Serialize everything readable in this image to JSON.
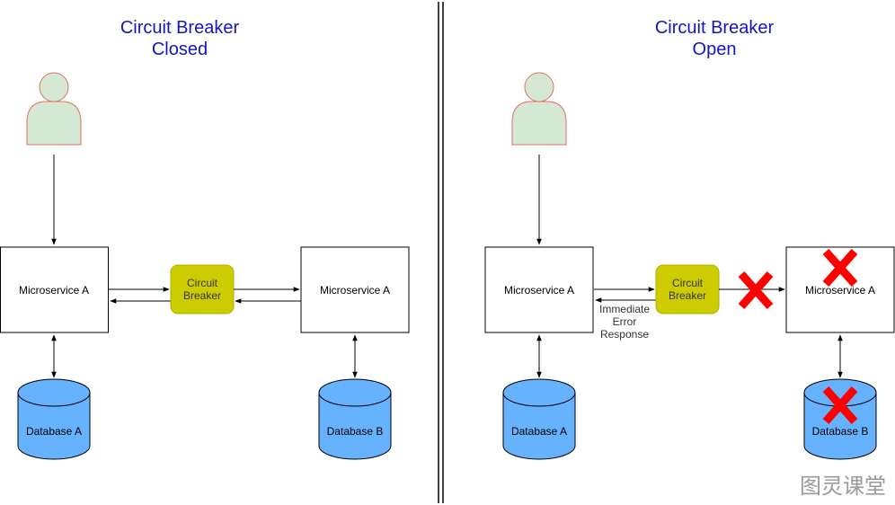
{
  "left_panel": {
    "title_line1": "Circuit Breaker",
    "title_line2": "Closed",
    "service_left": "Microservice A",
    "service_right": "Microservice A",
    "breaker_line1": "Circuit",
    "breaker_line2": "Breaker",
    "db_left": "Database A",
    "db_right": "Database B"
  },
  "right_panel": {
    "title_line1": "Circuit Breaker",
    "title_line2": "Open",
    "service_left": "Microservice A",
    "service_right": "Microservice A",
    "breaker_line1": "Circuit",
    "breaker_line2": "Breaker",
    "error_line1": "Immediate",
    "error_line2": "Error",
    "error_line3": "Response",
    "db_left": "Database A",
    "db_right": "Database B"
  },
  "watermark": "图灵课堂",
  "colors": {
    "title": "#1515c0",
    "breaker_fill": "#cccc00",
    "database_fill": "#66b2ff",
    "user_fill": "#d5e8d4",
    "user_stroke": "#e07060",
    "failure_mark": "#ff0000"
  },
  "icons": {
    "user": "person-icon",
    "failure": "x-mark-icon"
  }
}
